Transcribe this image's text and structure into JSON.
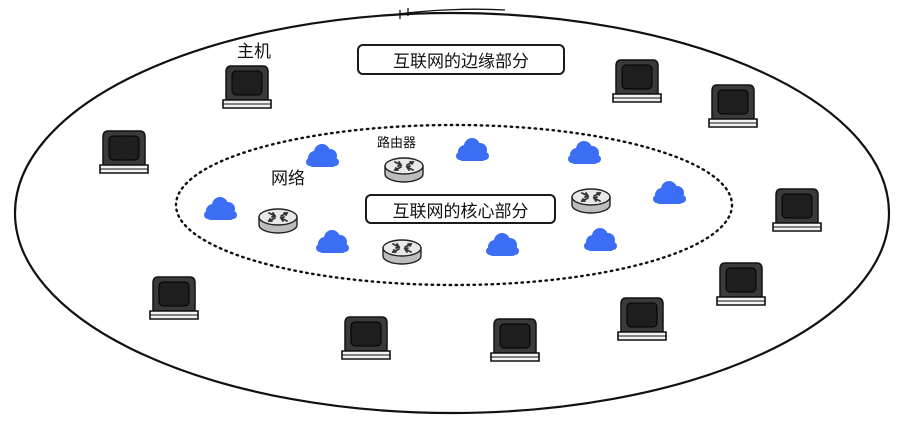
{
  "labels": {
    "host": "主机",
    "network": "网络",
    "router": "路由器",
    "edge": "互联网的边缘部分",
    "core": "互联网的核心部分"
  },
  "colors": {
    "cloud": "#3b6ef5",
    "router_top": "#e9e9e9",
    "router_side": "#bdbdbd",
    "router_arrows": "#333333",
    "monitor": "#3a3a3a",
    "screen": "#1e1e1e",
    "line": "#111111"
  },
  "icons": {
    "computer": "computer-icon",
    "cloud": "cloud-icon",
    "router": "router-icon"
  }
}
